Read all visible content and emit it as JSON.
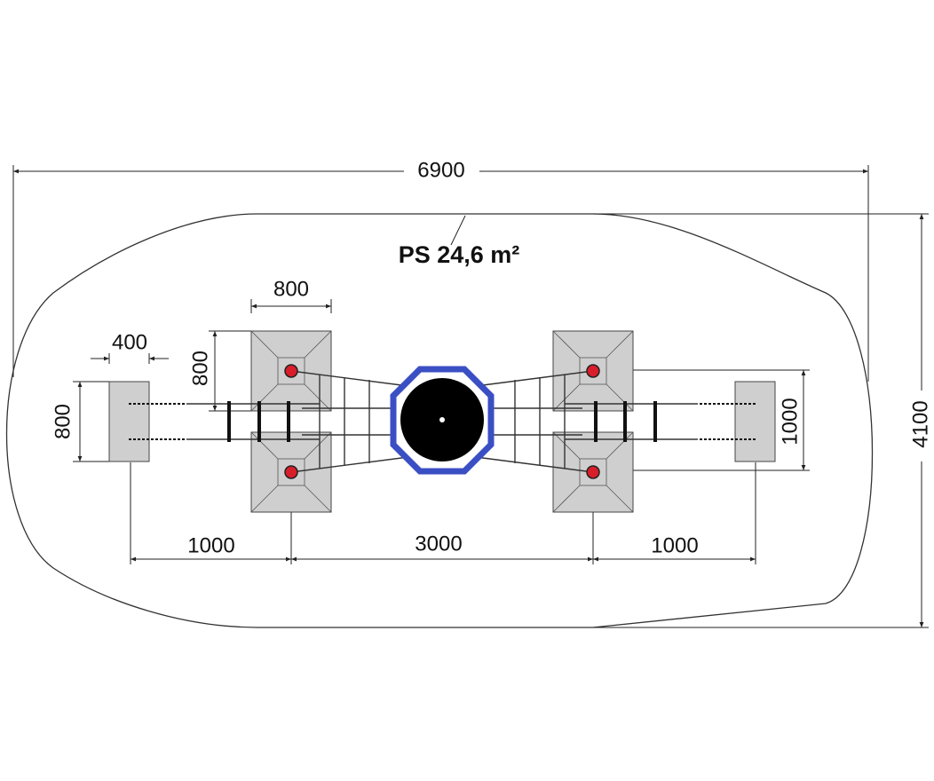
{
  "labels": {
    "total_width": "6900",
    "total_height": "4100",
    "safety_area": "PS 24,6 m²",
    "tower_width": "800",
    "tower_height": "800",
    "block_width": "400",
    "block_height": "800",
    "spacing_left": "1000",
    "spacing_center": "3000",
    "spacing_right": "1000",
    "bridge_width": "1000"
  },
  "colors": {
    "pad_fill": "#cfcfcf",
    "post_red": "#d81e2a",
    "frame_blue": "#3b4fc4",
    "net_black": "#000000"
  }
}
